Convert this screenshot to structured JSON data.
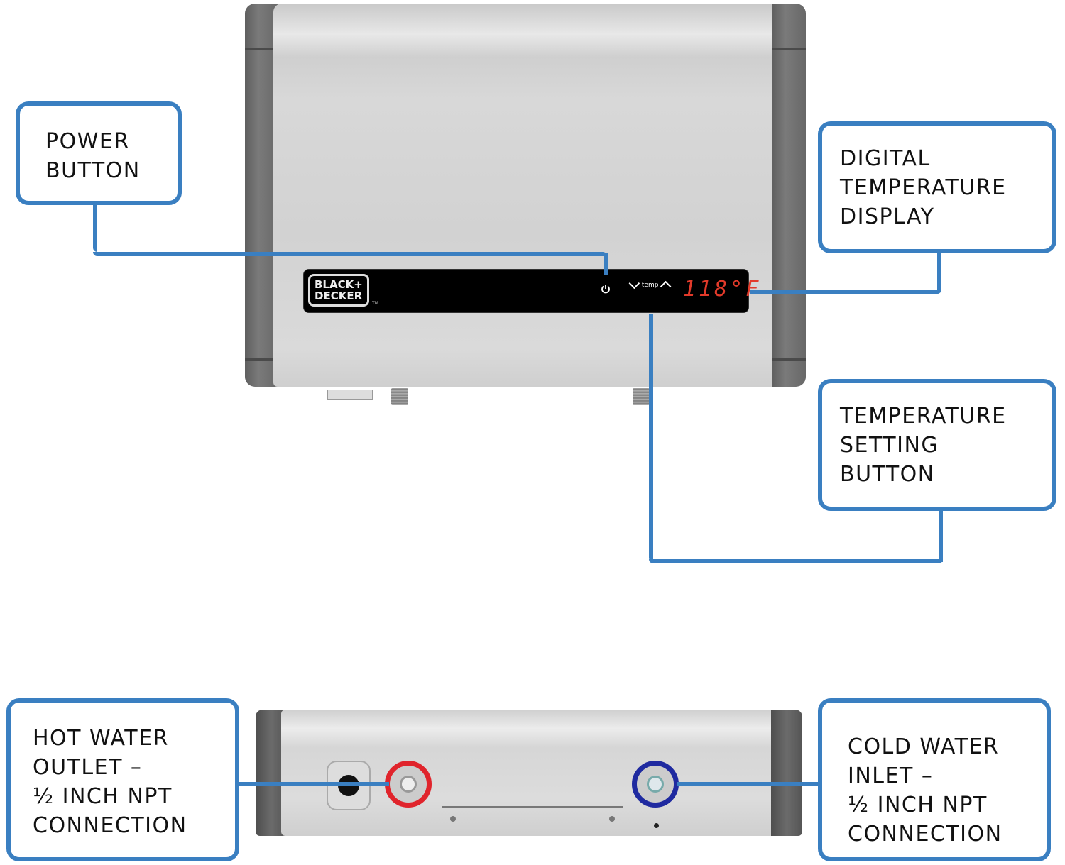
{
  "callouts": {
    "power_button": {
      "label": "POWER\nBUTTON"
    },
    "digital_display": {
      "label": "DIGITAL\nTEMPERATURE\nDISPLAY"
    },
    "temp_setting": {
      "label": "TEMPERATURE\nSETTING\nBUTTON"
    },
    "hot_outlet": {
      "label": "HOT WATER\nOUTLET –\n½ INCH NPT\nCONNECTION"
    },
    "cold_inlet": {
      "label": "COLD WATER\nINLET –\n½ INCH NPT\nCONNECTION"
    }
  },
  "device": {
    "brand_logo": "BLACK+\nDECKER",
    "trademark": "TM",
    "temp_control_label": "temp",
    "temperature_display": "118°F",
    "icons": {
      "power": "power-icon",
      "temp_down": "chevron-down-icon",
      "temp_up": "chevron-up-icon"
    }
  },
  "colors": {
    "callout_border": "#3a7fc1",
    "display_digits": "#e23a2a",
    "hot_ring": "#e0242c",
    "cold_ring": "#1f2aa0"
  }
}
